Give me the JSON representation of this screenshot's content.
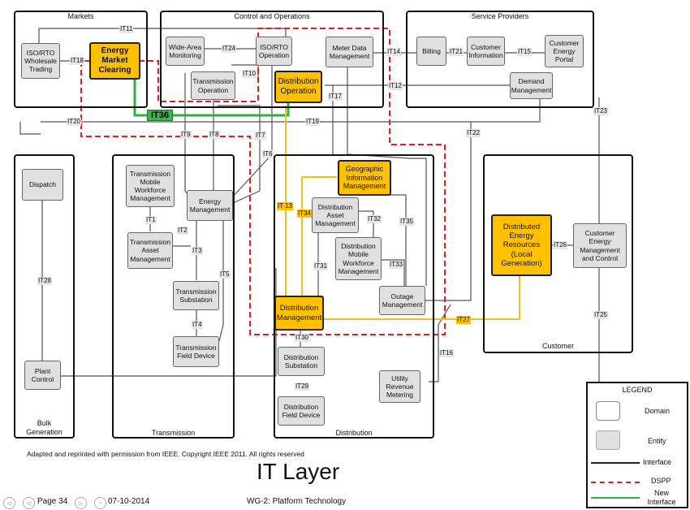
{
  "domains": {
    "markets": "Markets",
    "control": "Control and Operations",
    "service": "Service Providers",
    "bulk": "Bulk\nGeneration",
    "transmission": "Transmission",
    "distribution": "Distribution",
    "customer": "Customer"
  },
  "nodes": {
    "iso_wholesale": "ISO/RTO Wholesale Trading",
    "energy_market_clearing": "Energy Market Clearing",
    "wide_area": "Wide-Area Monitoring",
    "iso_operation": "ISO/RTO Operation",
    "transmission_operation": "Transmission Operation",
    "distribution_operation": "Distribution Operation",
    "meter_data": "Meter Data Management",
    "billing": "Billing",
    "customer_info": "Customer Information",
    "customer_portal": "Customer Energy Portal",
    "demand_mgmt": "Demand Management",
    "dispatch": "Dispatch",
    "plant_control": "Plant Control",
    "tx_mobile": "Transmission Mobile Workforce Management",
    "tx_asset": "Transmission Asset Management",
    "energy_mgmt": "Energy Management",
    "tx_substation": "Transmission Substation",
    "tx_field": "Transmission Field Device",
    "gis": "Geographic Information Management",
    "dist_asset": "Distribution Asset Management",
    "dist_mobile": "Distribution Mobile Workforce Management",
    "outage": "Outage Management",
    "dist_mgmt": "Distribution Management",
    "dist_substation": "Distribution Substation",
    "dist_field": "Distribution Field Device",
    "utility_metering": "Utility Revenue Metering",
    "der": "Distributed Energy Resources (Local Generation)",
    "customer_emc": "Customer Energy Management and Control"
  },
  "interfaces": {
    "it1": "IT1",
    "it3": "IT3",
    "it4": "IT4",
    "it5": "IT5",
    "it6": "IT6",
    "it7": "IT7",
    "it8": "IT8",
    "it9": "IT9",
    "it10": "IT10",
    "it11": "IT11",
    "it12": "IT12",
    "it13": "IT 13",
    "it14": "IT14",
    "it15": "IT15",
    "it16": "IT16",
    "it17": "IT17",
    "it18": "IT18",
    "it19": "IT19",
    "it20": "IT20",
    "it21": "IT21",
    "it22": "IT22",
    "it23": "IT23",
    "it24": "IT24",
    "it25": "IT25",
    "it26": "IT26",
    "it27": "IT27",
    "it28": "IT28",
    "it29": "IT29",
    "it30": "IT30",
    "it31": "IT31",
    "it32": "IT32",
    "it33": "IT33",
    "it34": "IT34",
    "it35": "IT35",
    "it36": "IT36",
    "it2": "IT2"
  },
  "legend": {
    "title": "LEGEND",
    "domain": "Domain",
    "entity": "Entity",
    "interface": "Interface",
    "dspp": "DSPP",
    "new_interface": "New Interface"
  },
  "colors": {
    "highlight": "#ffc000",
    "dspp": "#e02020",
    "new_interface": "#2db040",
    "yellow_link": "#f0c020"
  },
  "footer": {
    "credit": "Adapted and reprinted with permission from IEEE. Copyright IEEE 2011.  All rights reserved",
    "title": "IT Layer",
    "page": "Page 34",
    "date": "07-10-2014",
    "group": "WG-2: Platform Technology"
  }
}
